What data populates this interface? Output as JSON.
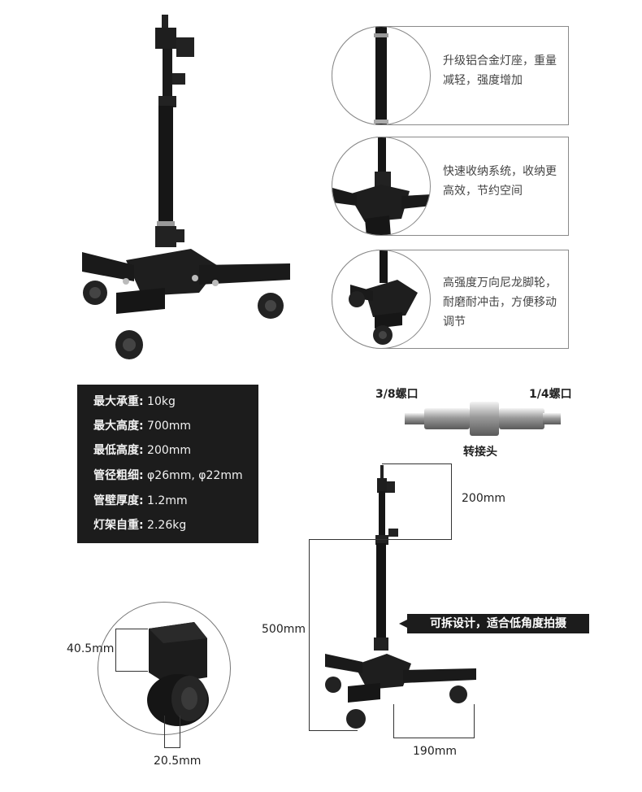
{
  "features": [
    {
      "text": "升级铝合金灯座，重量减轻，强度增加"
    },
    {
      "text": "快速收纳系统，收纳更高效，节约空间"
    },
    {
      "text": "高强度万向尼龙脚轮，耐磨耐冲击，方便移动调节"
    }
  ],
  "specs": [
    {
      "label": "最大承重:",
      "value": " 10kg"
    },
    {
      "label": "最大高度:",
      "value": " 700mm"
    },
    {
      "label": "最低高度:",
      "value": " 200mm"
    },
    {
      "label": "管径粗细:",
      "value": " φ26mm, φ22mm"
    },
    {
      "label": "管壁厚度:",
      "value": " 1.2mm"
    },
    {
      "label": "灯架自重:",
      "value": " 2.26kg"
    }
  ],
  "adapter": {
    "left_label": "3/8螺口",
    "right_label": "1/4螺口",
    "caption": "转接头"
  },
  "dimensions": {
    "top_section": "200mm",
    "main_height": "500mm",
    "base_width": "190mm",
    "wheel_height": "40.5mm",
    "wheel_width": "20.5mm"
  },
  "banner": "可拆设计，适合低角度拍摄"
}
